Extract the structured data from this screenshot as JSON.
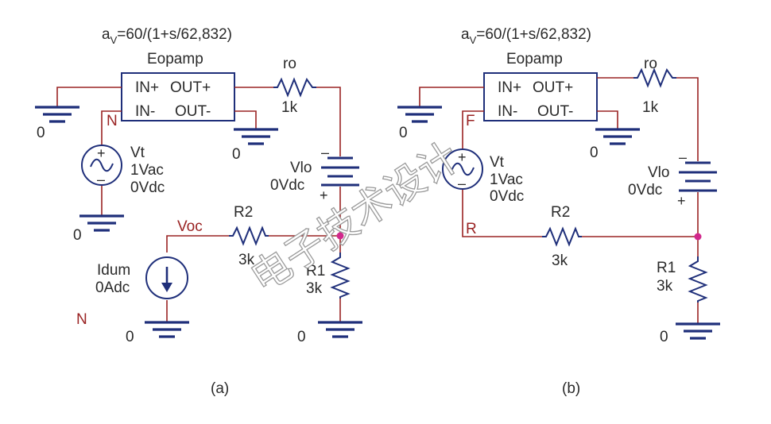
{
  "panel_a": {
    "gain_formula_prefix": "a",
    "gain_formula_sub": "V",
    "gain_formula_rest": "=60/(1+s/62,832)",
    "opamp_name": "Eopamp",
    "pin_in_plus": "IN+",
    "pin_out_plus": "OUT+",
    "pin_in_minus": "IN-",
    "pin_out_minus": "OUT-",
    "ro_name": "ro",
    "ro_value": "1k",
    "node_n_label": "N",
    "vt_name": "Vt",
    "vt_ac": "1Vac",
    "vt_dc": "0Vdc",
    "vlo_name": "Vlo",
    "vlo_value": "0Vdc",
    "battery_minus": "–",
    "battery_plus": "+",
    "source_plus": "+",
    "source_minus": "–",
    "node_voc_label": "Voc",
    "r2_name": "R2",
    "r2_value": "3k",
    "r1_name": "R1",
    "r1_value": "3k",
    "idum_name": "Idum",
    "idum_value": "0Adc",
    "ground_label": "0",
    "caption": "(a)"
  },
  "panel_b": {
    "gain_formula_prefix": "a",
    "gain_formula_sub": "V",
    "gain_formula_rest": "=60/(1+s/62,832)",
    "opamp_name": "Eopamp",
    "pin_in_plus": "IN+",
    "pin_out_plus": "OUT+",
    "pin_in_minus": "IN-",
    "pin_out_minus": "OUT-",
    "ro_name": "ro",
    "ro_value": "1k",
    "node_f_label": "F",
    "node_r_label": "R",
    "vt_name": "Vt",
    "vt_ac": "1Vac",
    "vt_dc": "0Vdc",
    "vlo_name": "Vlo",
    "vlo_value": "0Vdc",
    "battery_minus": "–",
    "battery_plus": "+",
    "source_plus": "+",
    "source_minus": "–",
    "r2_name": "R2",
    "r2_value": "3k",
    "r1_name": "R1",
    "r1_value": "3k",
    "ground_label": "0",
    "caption": "(b)"
  },
  "watermark": "电子技术设计"
}
